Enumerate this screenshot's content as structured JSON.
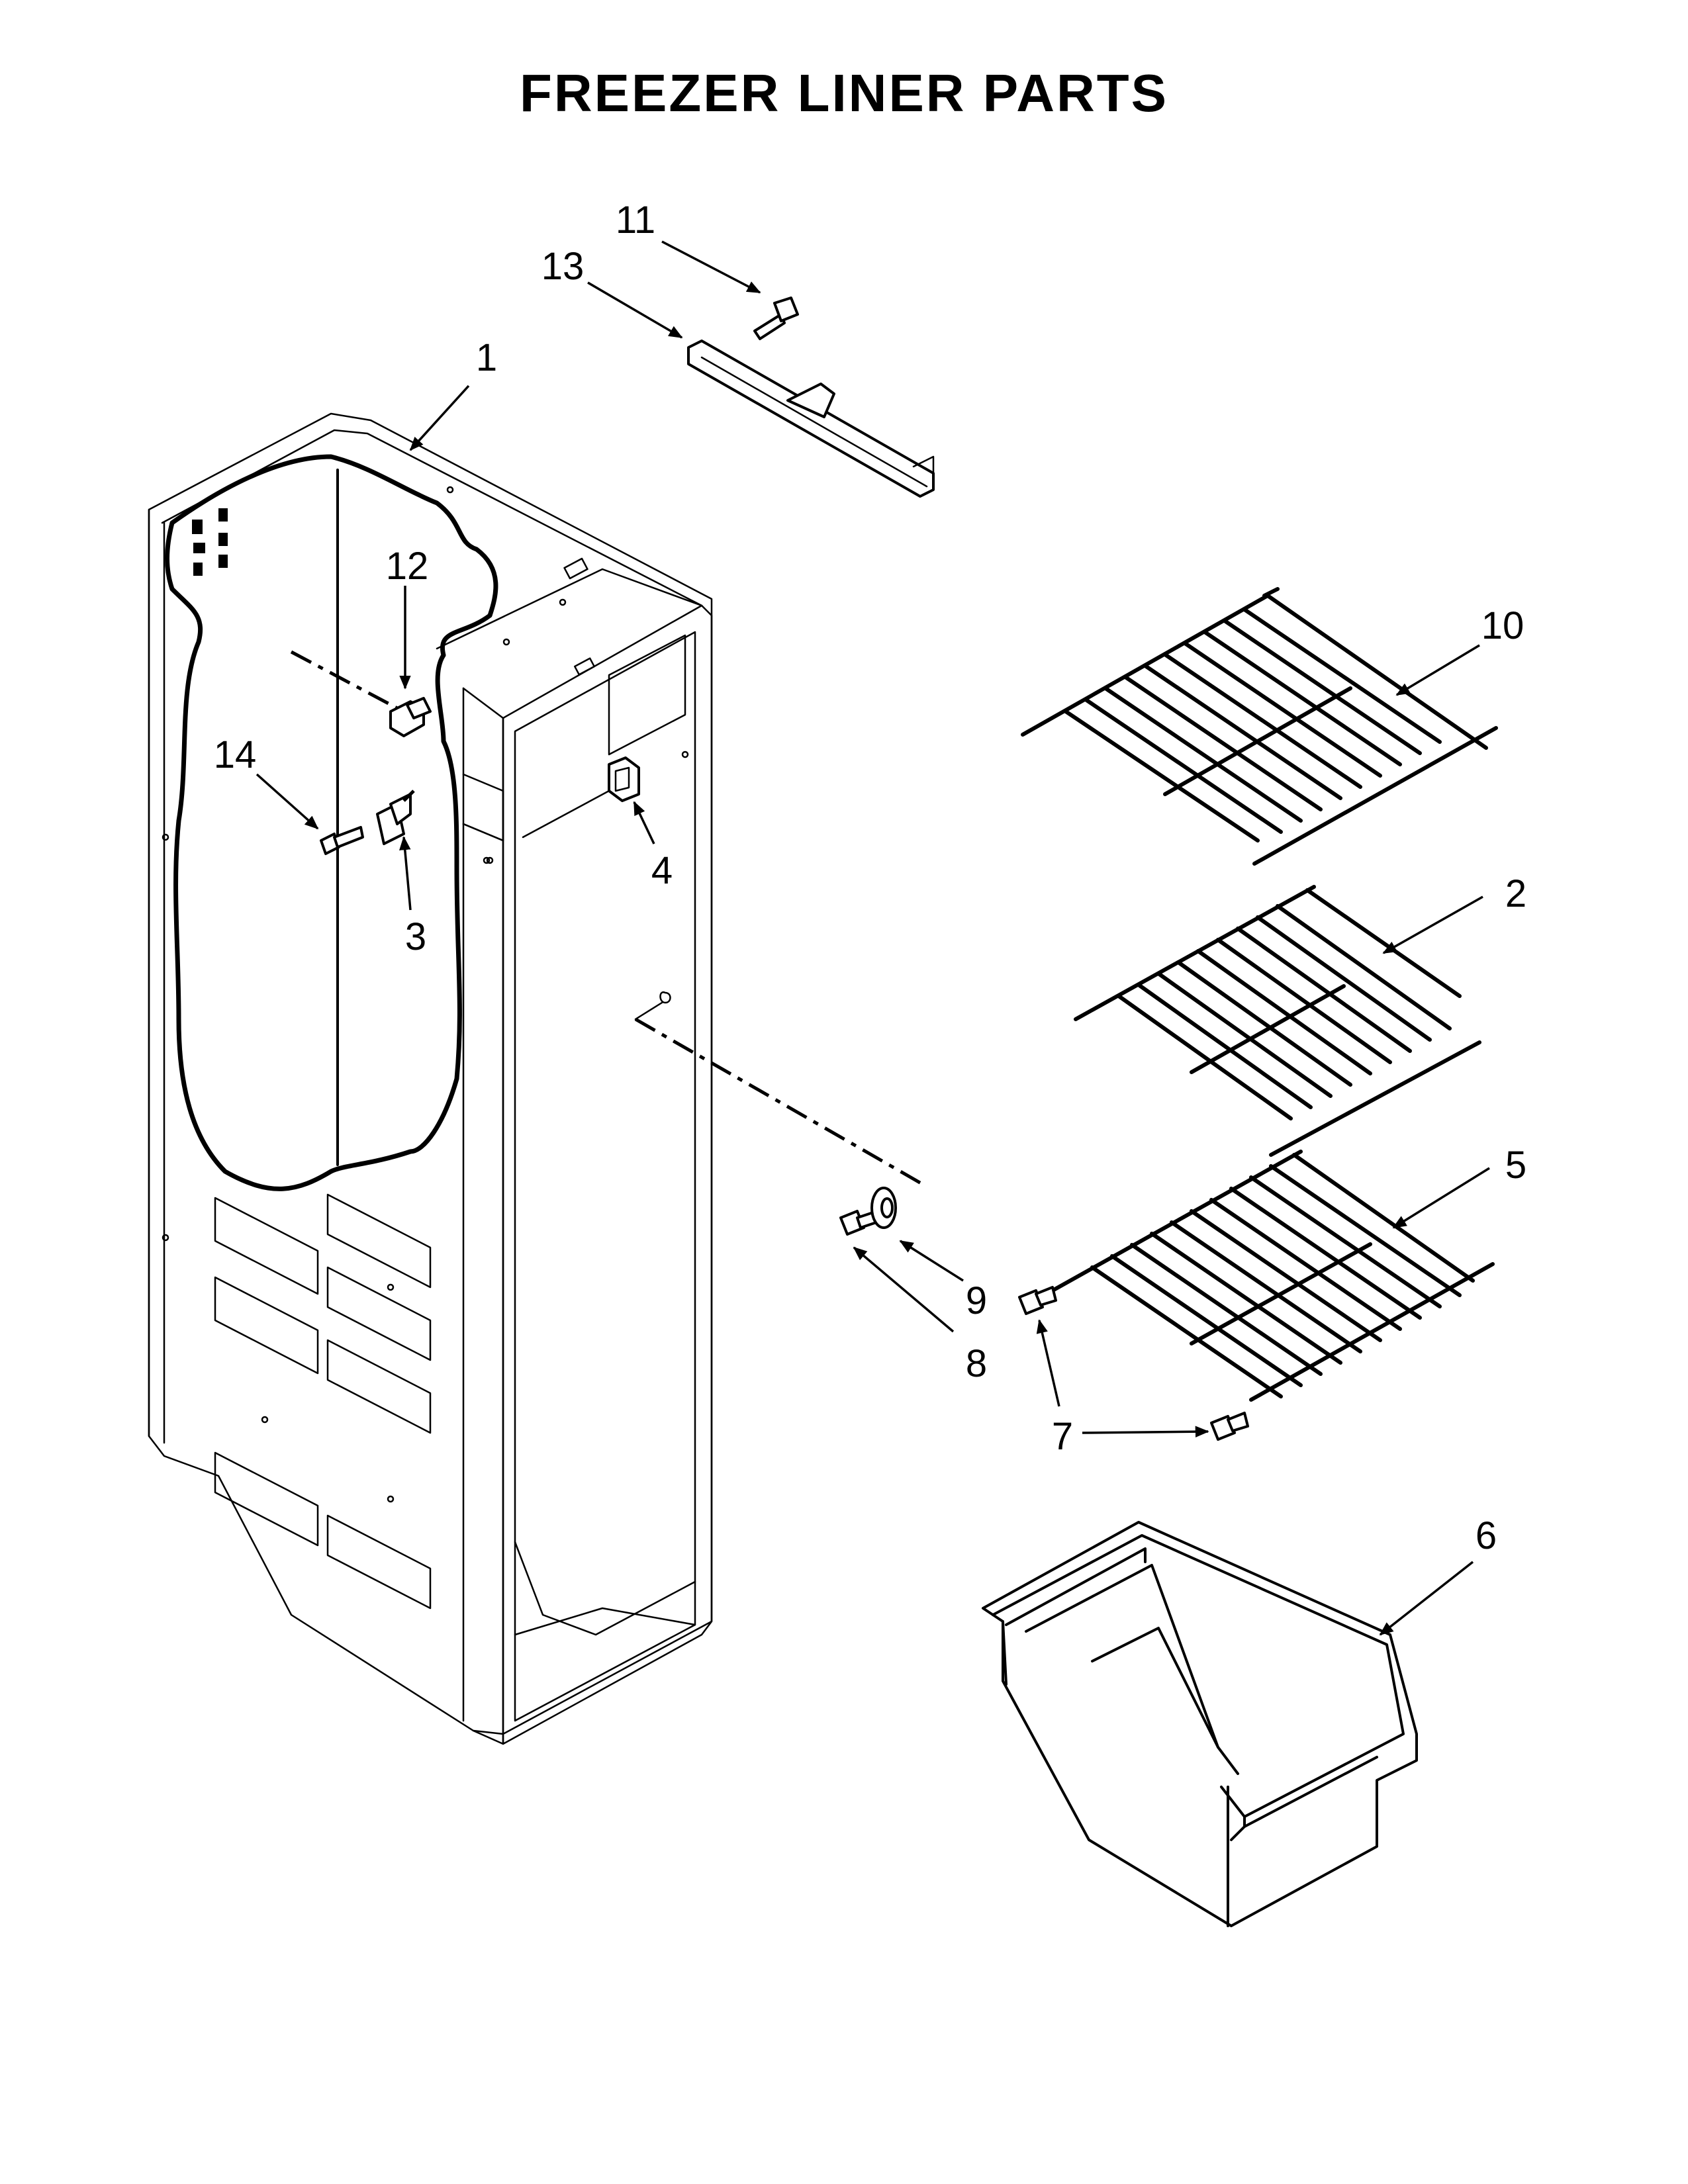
{
  "title": "FREEZER LINER PARTS",
  "callouts": [
    {
      "number": "1",
      "part": "freezer-liner"
    },
    {
      "number": "2",
      "part": "wire-shelf"
    },
    {
      "number": "3",
      "part": "shelf-support-bracket"
    },
    {
      "number": "4",
      "part": "shelf-support-clip"
    },
    {
      "number": "5",
      "part": "wire-shelf-lower"
    },
    {
      "number": "6",
      "part": "storage-bin"
    },
    {
      "number": "7",
      "part": "shelf-pivot-stud"
    },
    {
      "number": "8",
      "part": "shoulder-screw"
    },
    {
      "number": "9",
      "part": "washer-spacer"
    },
    {
      "number": "10",
      "part": "wire-shelf-upper"
    },
    {
      "number": "11",
      "part": "screw"
    },
    {
      "number": "12",
      "part": "rear-support-clip"
    },
    {
      "number": "13",
      "part": "divider-rail"
    },
    {
      "number": "14",
      "part": "screw-left"
    }
  ]
}
